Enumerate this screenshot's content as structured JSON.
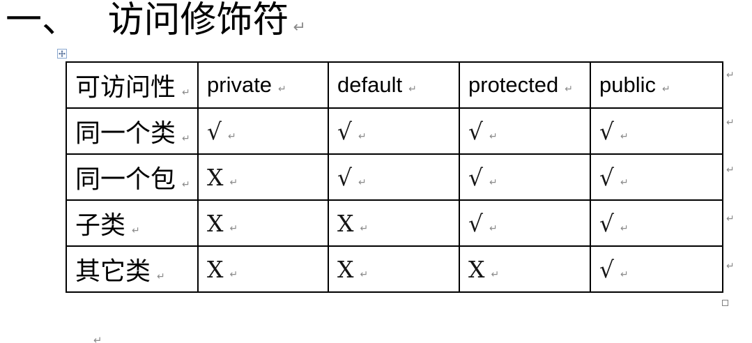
{
  "title": {
    "text": "一、 访问修饰符"
  },
  "table": {
    "columns": [
      "可访问性",
      "private",
      "default",
      "protected",
      "public"
    ],
    "rows": [
      {
        "label": "同一个类",
        "values": [
          "√",
          "√",
          "√",
          "√"
        ]
      },
      {
        "label": "同一个包",
        "values": [
          "X",
          "√",
          "√",
          "√"
        ]
      },
      {
        "label": "子类",
        "values": [
          "X",
          "X",
          "√",
          "√"
        ]
      },
      {
        "label": "其它类",
        "values": [
          "X",
          "X",
          "X",
          "√"
        ]
      }
    ]
  },
  "marks": {
    "paragraph": "↵",
    "cell_end": "↵",
    "row_end": "↵"
  },
  "icons": {
    "move_handle": "table-move-icon",
    "resize_handle": "table-resize-square"
  },
  "colors": {
    "text": "#000000",
    "table_border": "#000000",
    "formatting_mark": "#8a8a8a",
    "handle_border": "#8aa8d0",
    "handle_icon": "#44618e",
    "background": "#ffffff"
  }
}
